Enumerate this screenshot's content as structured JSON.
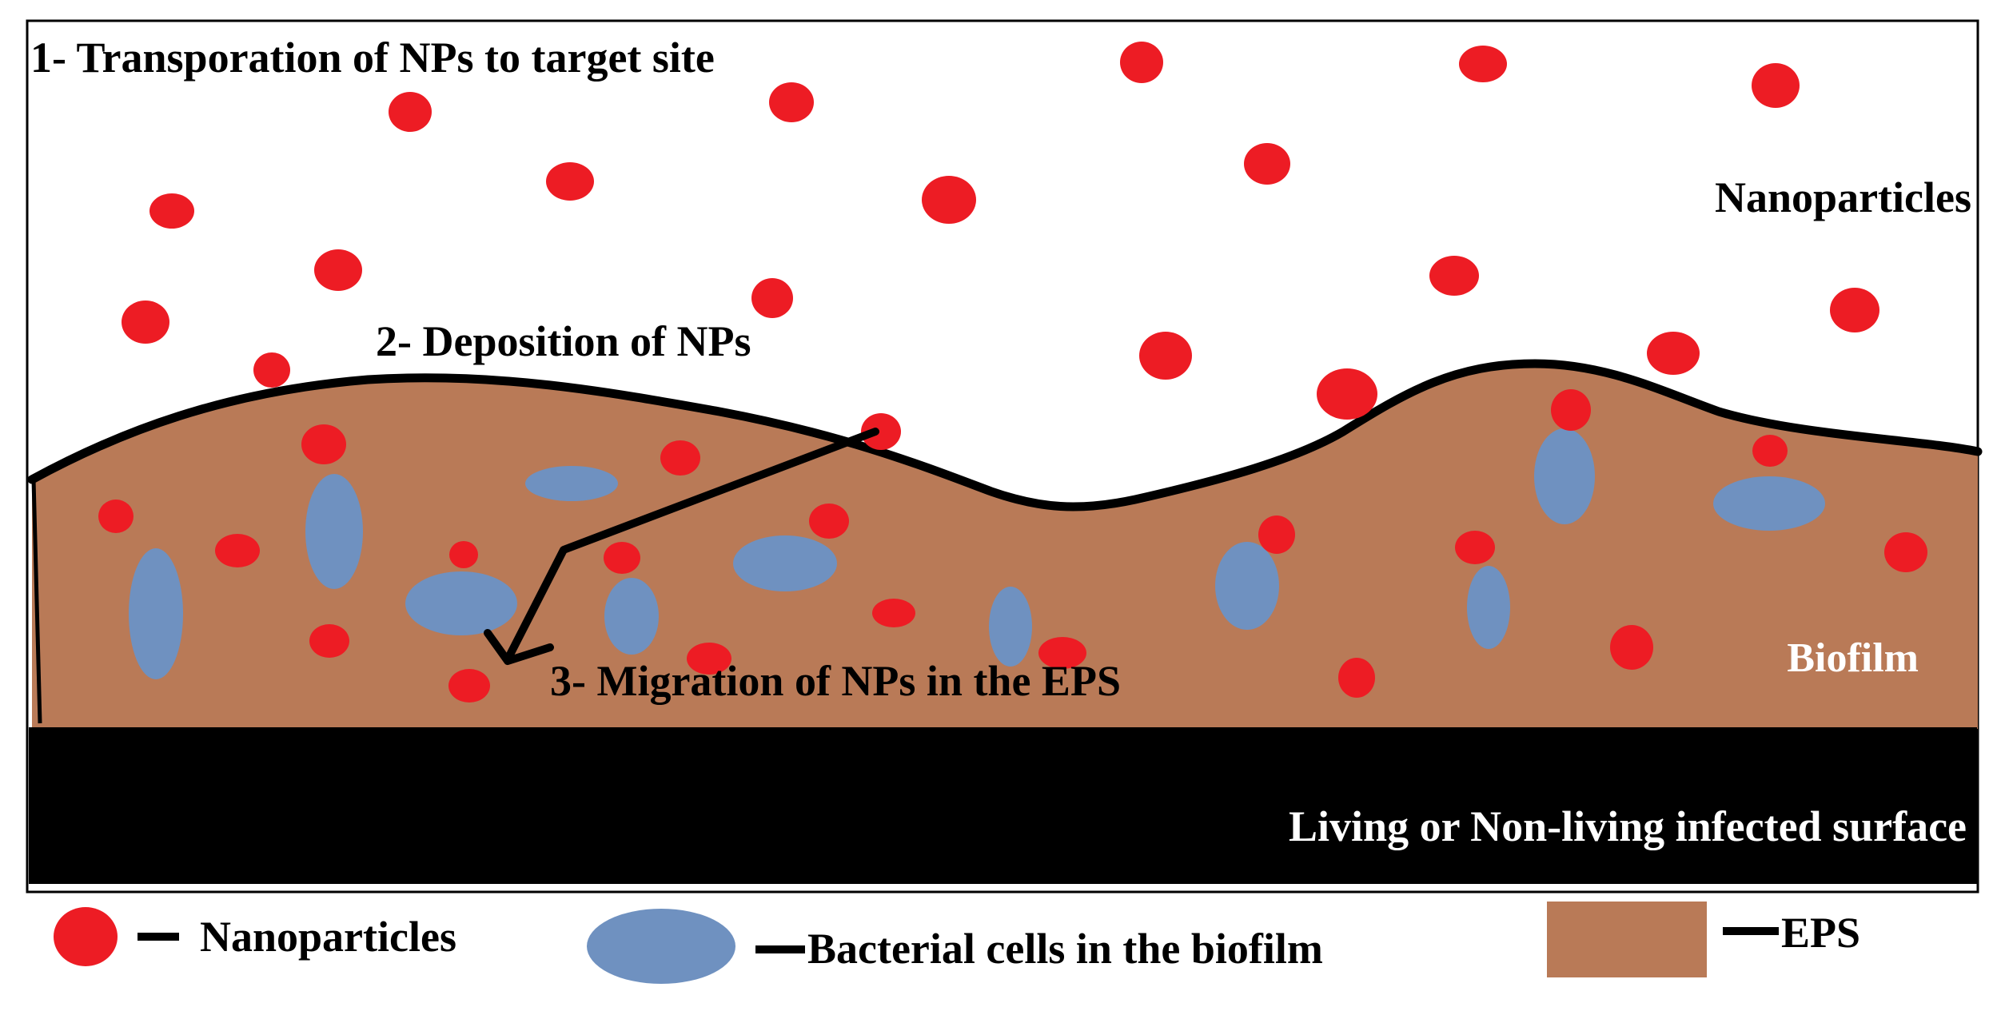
{
  "labels": {
    "step1": "1- Transporation of NPs to target site",
    "step2": "2- Deposition of NPs",
    "step3": "3- Migration of NPs in the EPS",
    "nanoparticles": "Nanoparticles",
    "biofilm": "Biofilm",
    "surface": "Living or Non-living infected surface"
  },
  "legend": {
    "nanoparticles": "Nanoparticles",
    "bacterial_cells": "Bacterial cells in the biofilm",
    "eps": "EPS"
  },
  "colors": {
    "nanoparticle": "#ed1c24",
    "bacteria": "#6f91c0",
    "eps": "#b97a57",
    "surface": "#000000",
    "outline": "#000000"
  }
}
